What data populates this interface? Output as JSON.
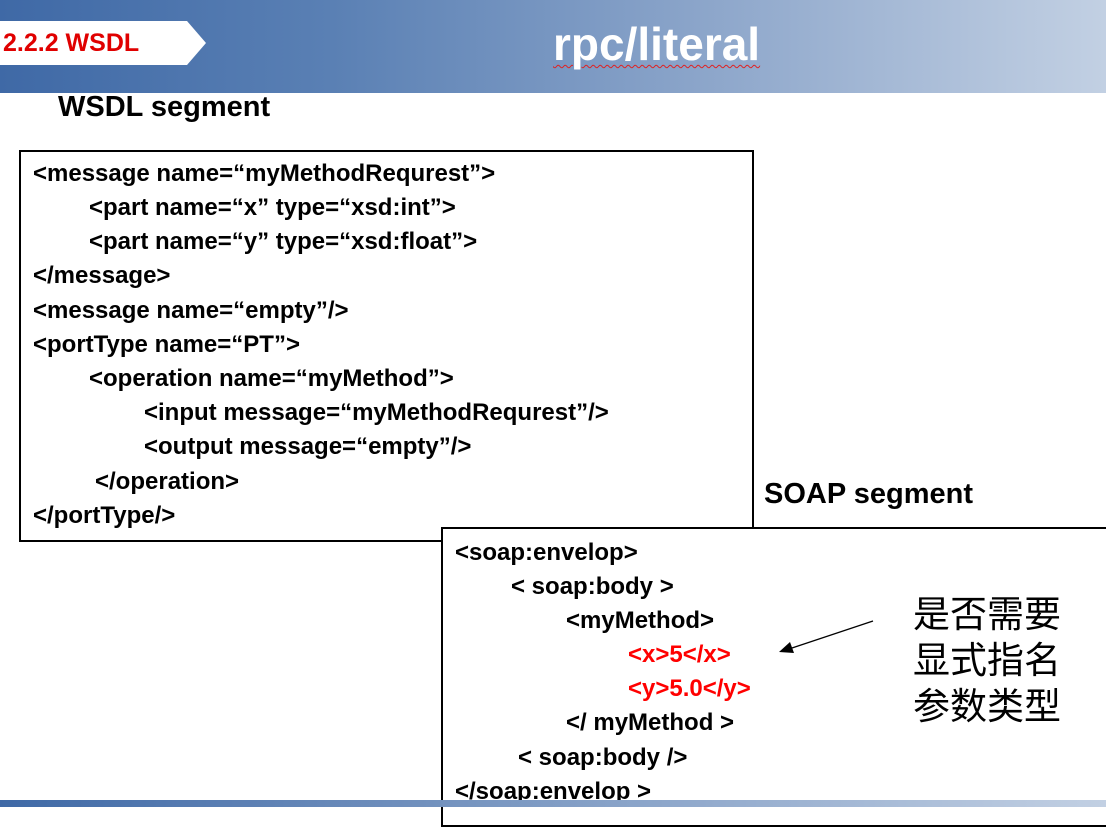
{
  "header": {
    "badge": "2.2.2 WSDL",
    "title": "rpc/literal"
  },
  "wsdl": {
    "label": "WSDL segment",
    "lines": [
      "<message name=“myMethodRequrest”>",
      "<part name=“x” type=“xsd:int”>",
      "<part name=“y” type=“xsd:float”>",
      "</message>",
      "<message name=“empty”/>",
      "<portType name=“PT”>",
      "<operation name=“myMethod”>",
      "<input message=“myMethodRequrest”/>",
      "<output message=“empty”/>",
      "</operation>",
      "</portType/>"
    ]
  },
  "soap": {
    "label": "SOAP segment",
    "lines": [
      "<soap:envelop>",
      "< soap:body >",
      "<myMethod>",
      "<x>5</x>",
      "<y>5.0</y>",
      "</ myMethod >",
      "< soap:body />",
      "</soap:envelop >"
    ]
  },
  "annotation": {
    "lines": [
      "是否需要",
      "显式指名",
      "参数类型"
    ]
  },
  "colors": {
    "header_start": "#3f69a6",
    "header_end": "#c2d0e3",
    "badge_text": "#e00000",
    "highlight": "#ff0000"
  }
}
